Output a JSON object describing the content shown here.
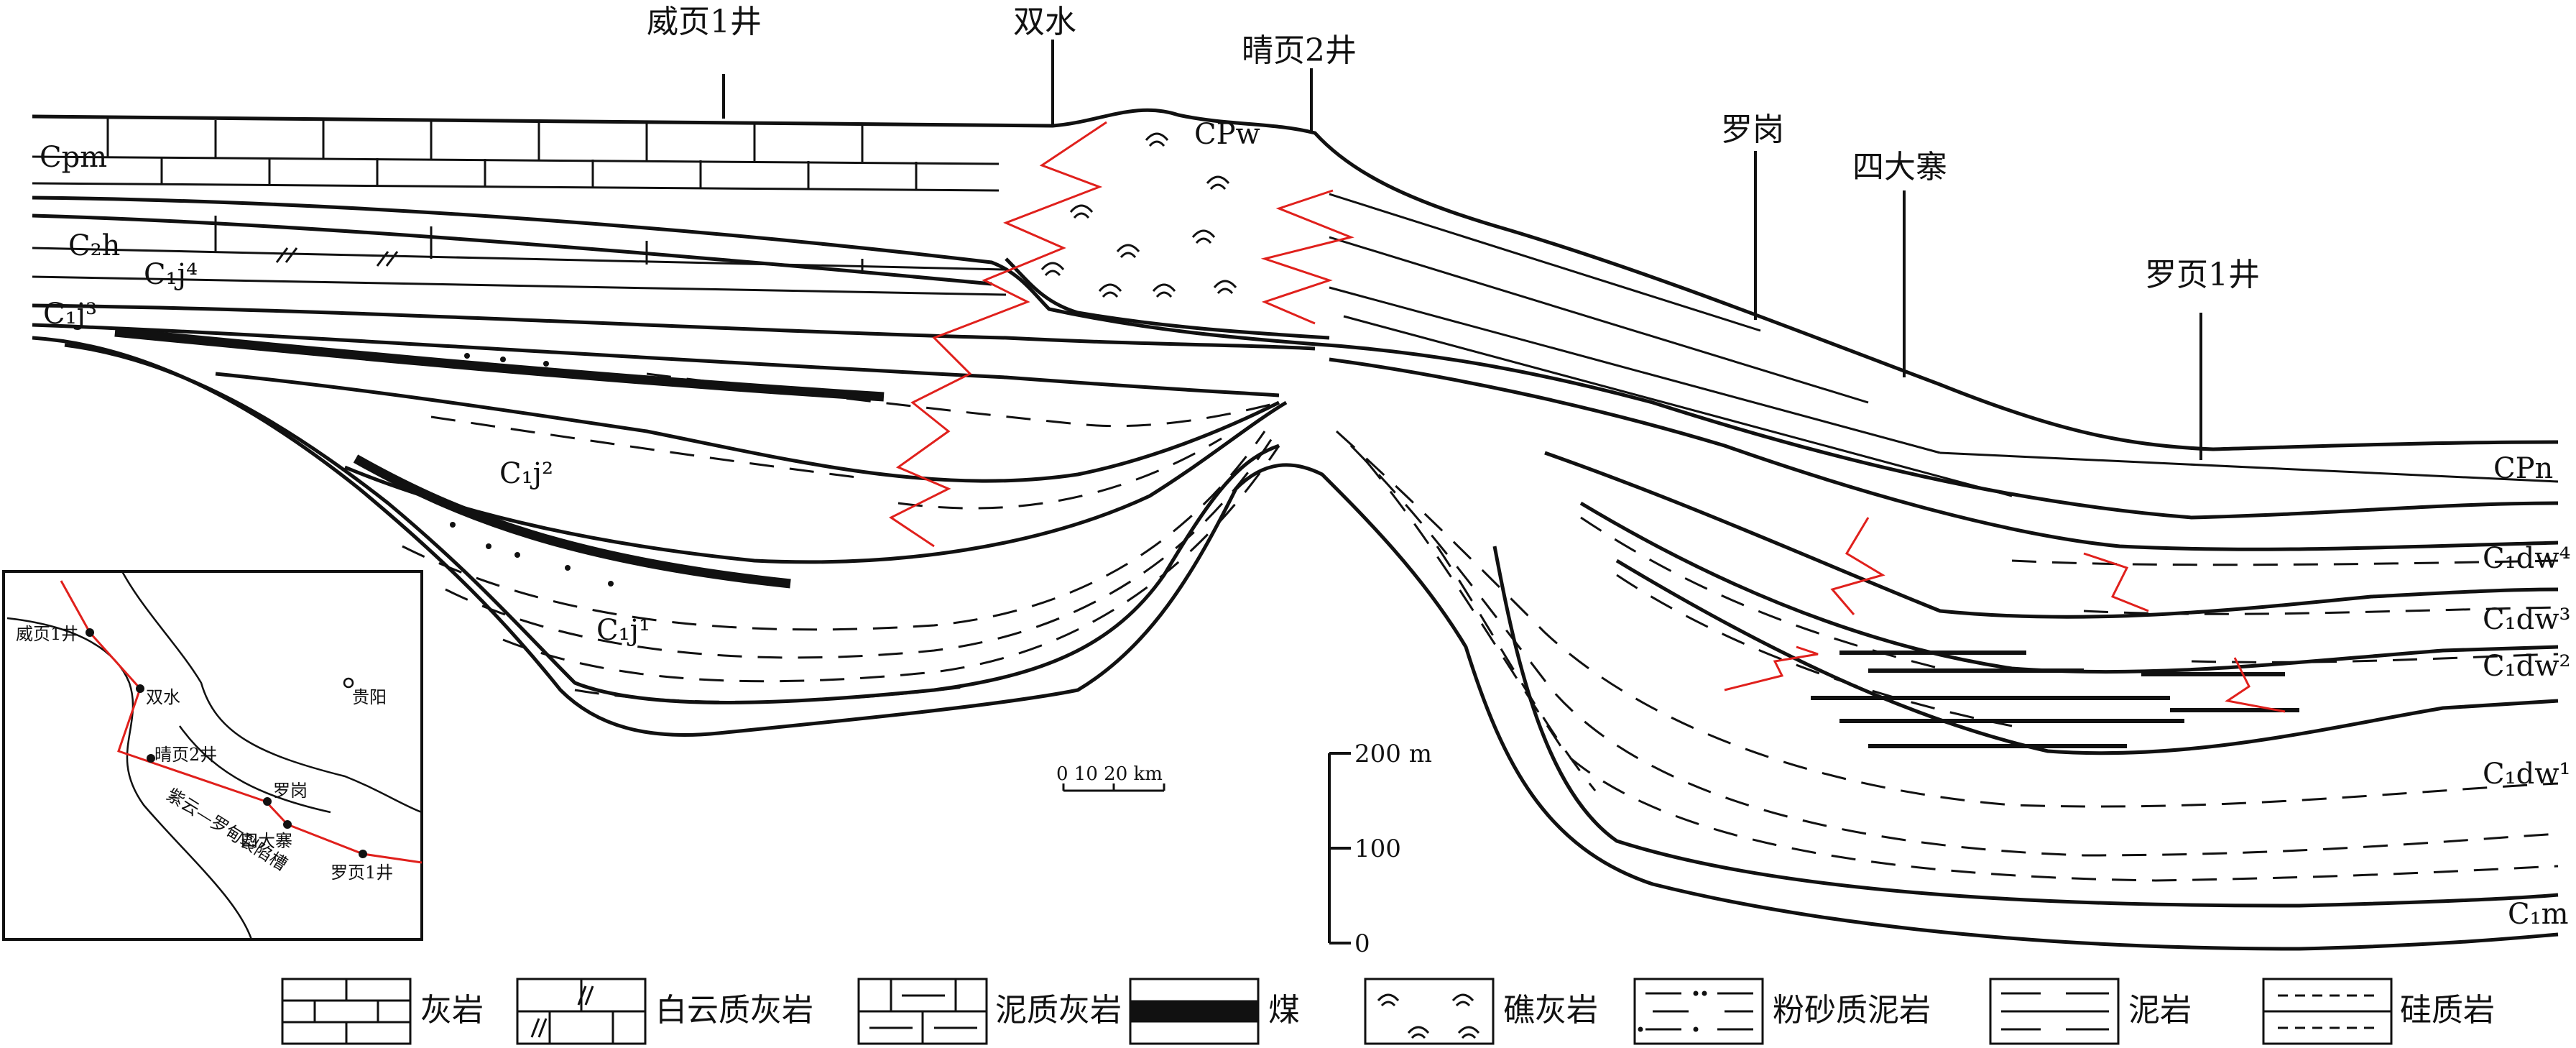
{
  "wells": {
    "weiye1": "威页1井",
    "shuangshui": "双水",
    "qingye2": "晴页2井",
    "luogang": "罗岗",
    "sidazhai": "四大寨",
    "luoye1": "罗页1井"
  },
  "formations": {
    "cpm": "Cpm",
    "c2h": "C₂h",
    "c1j4": "C₁j⁴",
    "c1j3": "C₁j³",
    "cpw": "CPw",
    "c1j2": "C₁j²",
    "c1j1": "C₁j¹",
    "cpn": "CPn",
    "c1dw4": "C₁dw⁴",
    "c1dw3": "C₁dw³",
    "c1dw2": "C₁dw²",
    "c1dw1": "C₁dw¹",
    "c1m": "C₁m"
  },
  "vertical_scale": {
    "top": "200 m",
    "mid": "100",
    "bottom": "0"
  },
  "inset_map": {
    "weiye1": "威页1井",
    "shuangshui": "双水",
    "qingye2": "晴页2井",
    "luogang": "罗岗",
    "sidazhai": "四大寨",
    "luoye1": "罗页1井",
    "guiyang": "贵阳",
    "trough": "紫云—罗甸裂陷槽",
    "scale_ticks": "0   10 20 km"
  },
  "legend": {
    "limestone": "灰岩",
    "dolomitic_limestone": "白云质灰岩",
    "marly_limestone": "泥质灰岩",
    "coal": "煤",
    "reef_limestone": "礁灰岩",
    "silty_mudstone": "粉砂质泥岩",
    "mudstone": "泥岩",
    "siliceous_rock": "硅质岩"
  },
  "colors": {
    "line": "#111111",
    "facies_boundary": "#e0201c",
    "background": "#ffffff"
  }
}
